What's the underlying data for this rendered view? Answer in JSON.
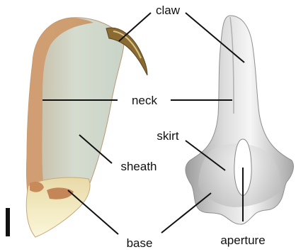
{
  "figure": {
    "labels": {
      "claw": "claw",
      "neck": "neck",
      "skirt": "skirt",
      "sheath": "sheath",
      "base": "base",
      "aperture": "aperture"
    }
  }
}
